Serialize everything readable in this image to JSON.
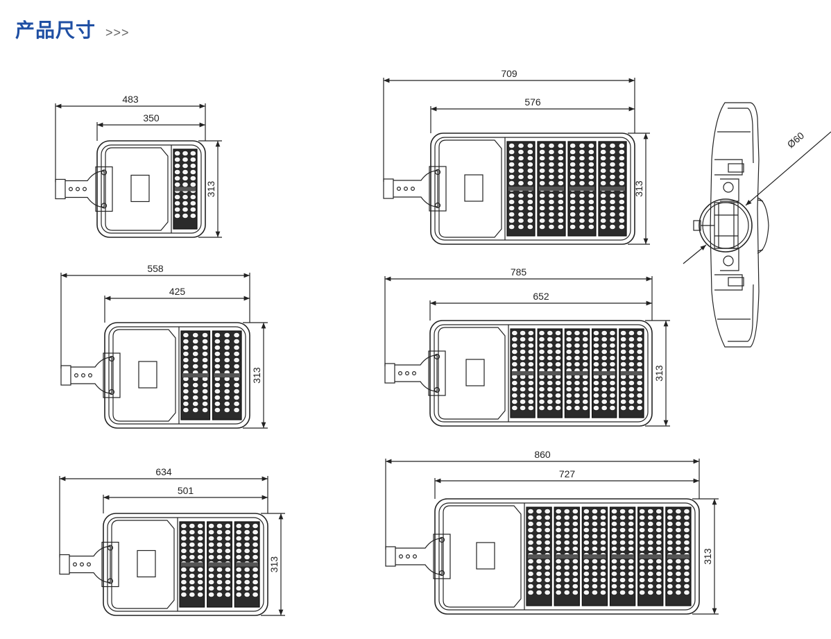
{
  "header": {
    "title": "产品尺寸",
    "arrows": ">>>"
  },
  "lamps": [
    {
      "id": "lamp-1",
      "overall_width": "483",
      "body_width": "350",
      "height": "313",
      "module_columns": 1
    },
    {
      "id": "lamp-2",
      "overall_width": "709",
      "body_width": "576",
      "height": "313",
      "module_columns": 4
    },
    {
      "id": "lamp-3",
      "overall_width": "558",
      "body_width": "425",
      "height": "313",
      "module_columns": 2
    },
    {
      "id": "lamp-4",
      "overall_width": "785",
      "body_width": "652",
      "height": "313",
      "module_columns": 5
    },
    {
      "id": "lamp-5",
      "overall_width": "634",
      "body_width": "501",
      "height": "313",
      "module_columns": 3
    },
    {
      "id": "lamp-6",
      "overall_width": "860",
      "body_width": "727",
      "height": "313",
      "module_columns": 6
    }
  ],
  "side_view": {
    "diameter_label": "Ø60"
  }
}
